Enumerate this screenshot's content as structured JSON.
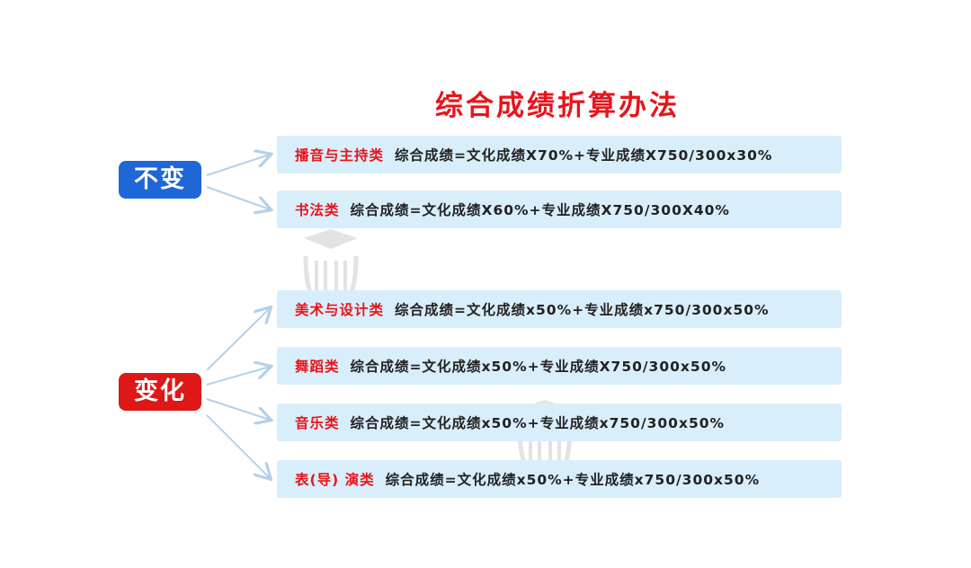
{
  "title": "综合成绩折算办法",
  "groups": {
    "unchanged": {
      "label": "不变",
      "rows": [
        {
          "category": "播音与主持类",
          "formula": "综合成绩=文化成绩X70%+专业成绩X750/300x30%"
        },
        {
          "category": "书法类",
          "formula": "综合成绩=文化成绩X60%+专业成绩X750/300X40%"
        }
      ]
    },
    "changed": {
      "label": "变化",
      "rows": [
        {
          "category": "美术与设计类",
          "formula": "综合成绩=文化成绩x50%+专业成绩x750/300x50%"
        },
        {
          "category": "舞蹈类",
          "formula": "综合成绩=文化成绩x50%+专业成绩X750/300x50%"
        },
        {
          "category": "音乐类",
          "formula": "综合成绩=文化成绩x50%+专业成绩x750/300x50%"
        },
        {
          "category": "表(导) 演类",
          "formula": "综合成绩=文化成绩x50%+专业成绩x750/300x50%"
        }
      ]
    }
  },
  "colors": {
    "title": "#e8141b",
    "unchanged_badge": "#1f67d6",
    "changed_badge": "#de1717",
    "row_background": "#d9eefb",
    "arrow": "#b4d0ea"
  }
}
